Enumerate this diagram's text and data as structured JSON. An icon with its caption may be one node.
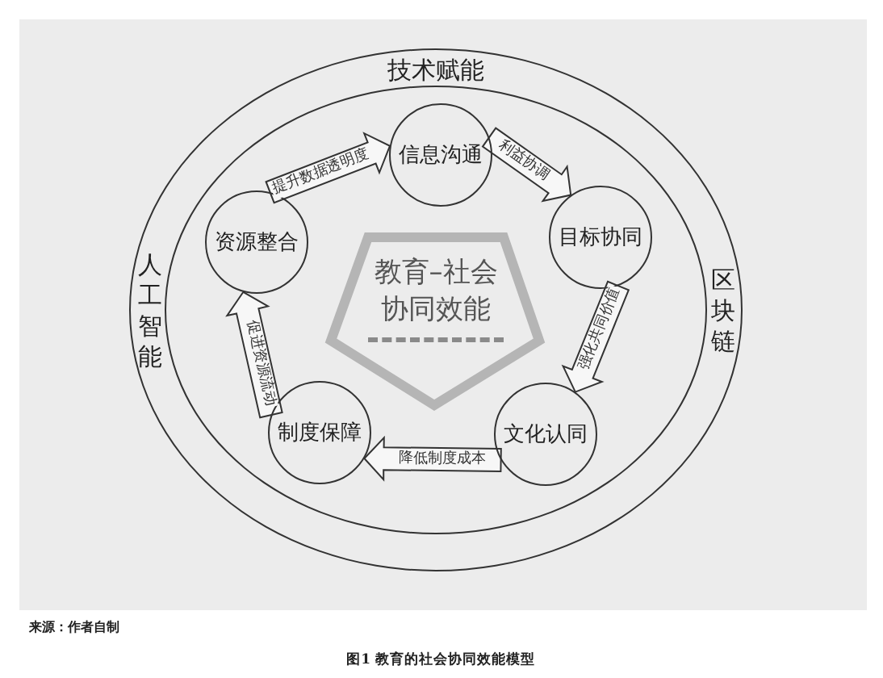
{
  "diagram": {
    "caption": "图1 教育的社会协同效能模型",
    "nodes": [
      {
        "text": [
          "技术赋能",
          "人工智能",
          "区块链"
        ]
      },
      {
        "text": [],
        "shape": "circle",
        "in": 0
      },
      {
        "text": [
          "资源整合"
        ],
        "in": 1
      },
      {
        "text": [
          "信息沟通"
        ],
        "in": 1
      },
      {
        "text": [
          "目标协同"
        ],
        "in": 1
      },
      {
        "text": [
          "文化认同"
        ],
        "in": 1
      },
      {
        "text": [
          "制度保障"
        ],
        "in": 1
      },
      {
        "text": [
          "教育–社会协同效能"
        ],
        "in": 1
      }
    ],
    "edges": [
      {
        "from": 2,
        "to": 3,
        "arrow": "to",
        "label": "提升数据透明度"
      },
      {
        "from": 3,
        "to": 4,
        "arrow": "to",
        "label": "利益协调"
      },
      {
        "from": 4,
        "to": 5,
        "arrow": "to",
        "label": "强化共同价值"
      },
      {
        "from": 5,
        "to": 6,
        "arrow": "to",
        "label": "降低制度成本"
      },
      {
        "from": 6,
        "to": 2,
        "arrow": "to",
        "label": "促进资源流动"
      }
    ],
    "labels": [
      "来源：作者自制"
    ]
  }
}
